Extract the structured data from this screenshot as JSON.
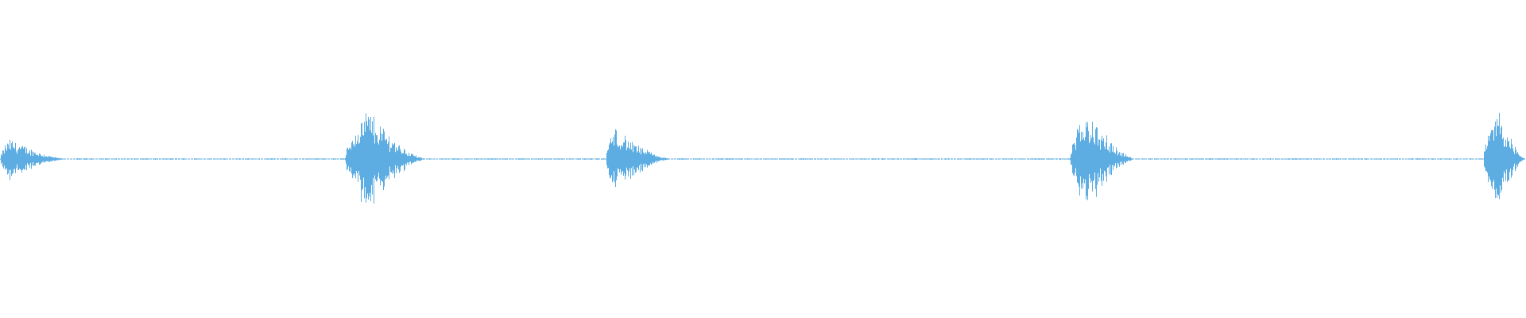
{
  "waveform": {
    "color": "#5dade2",
    "background": "#ffffff",
    "baseline_level": 0.02,
    "bursts": [
      {
        "start": 0.0,
        "peak": 0.006,
        "end": 0.045,
        "amplitude": 0.18
      },
      {
        "start": 0.226,
        "peak": 0.241,
        "end": 0.28,
        "amplitude": 0.44
      },
      {
        "start": 0.397,
        "peak": 0.402,
        "end": 0.441,
        "amplitude": 0.28
      },
      {
        "start": 0.701,
        "peak": 0.712,
        "end": 0.745,
        "amplitude": 0.42
      },
      {
        "start": 0.972,
        "peak": 0.982,
        "end": 1.0,
        "amplitude": 0.45
      }
    ]
  }
}
